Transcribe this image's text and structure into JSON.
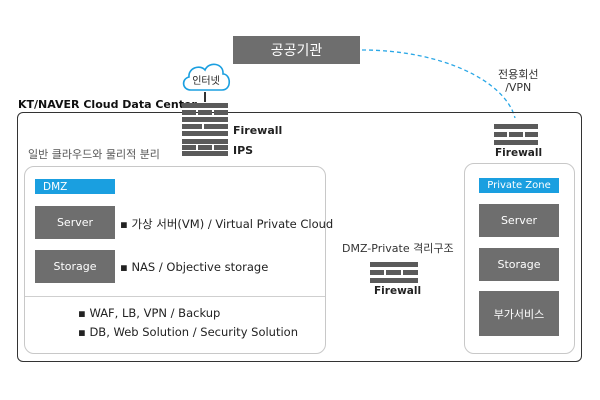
{
  "top_box": {
    "label": "공공기관"
  },
  "dedicated_line": {
    "label_line1": "전용회선",
    "label_line2": "/VPN"
  },
  "cloud": {
    "label": "인터넷"
  },
  "datacenter": {
    "title": "KT/NAVER Cloud Data Center"
  },
  "center_firewall": {
    "label1": "Firewall",
    "label2": "IPS"
  },
  "right_firewall": {
    "label": "Firewall"
  },
  "mid_firewall": {
    "label": "Firewall"
  },
  "general_area": {
    "label": "일반 클라우드와 물리적 분리"
  },
  "dmz": {
    "title": "DMZ",
    "server_label": "Server",
    "server_desc": "가상 서버(VM) / Virtual Private Cloud",
    "storage_label": "Storage",
    "storage_desc": "NAS / Objective storage",
    "bullets": [
      "WAF, LB, VPN / Backup",
      "DB, Web Solution / Security Solution"
    ]
  },
  "isolation": {
    "label": "DMZ-Private 격리구조"
  },
  "private_zone": {
    "title": "Private Zone",
    "items": [
      "Server",
      "Storage",
      "부가서비스"
    ]
  },
  "colors": {
    "accent": "#1a9fe0",
    "dark_box": "#6e6e6e",
    "brick": "#5a5a5a"
  }
}
